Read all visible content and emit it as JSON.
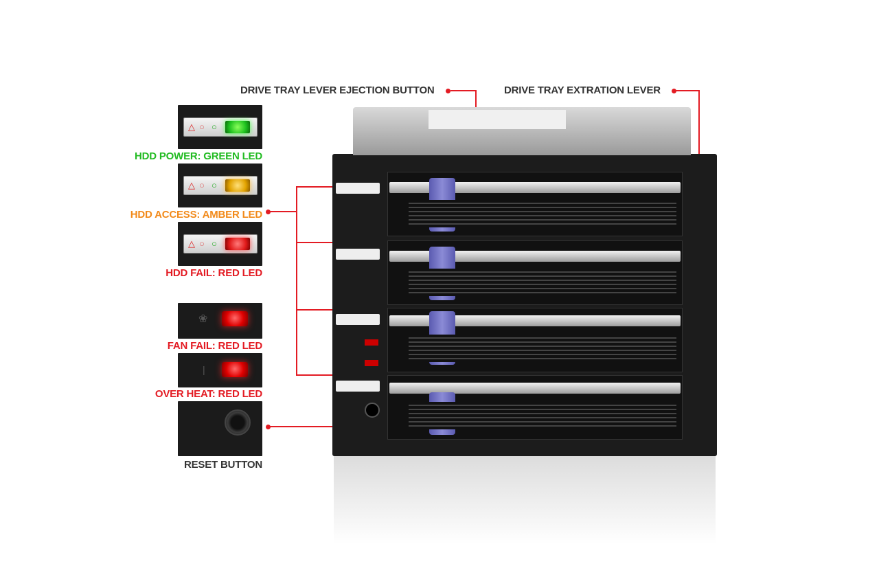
{
  "labels": {
    "ejection_button": "DRIVE TRAY LEVER EJECTION BUTTON",
    "extraction_lever": "DRIVE TRAY EXTRATION LEVER",
    "hdd_power": "HDD POWER: GREEN LED",
    "hdd_access": "HDD ACCESS: AMBER LED",
    "hdd_fail": "HDD FAIL: RED LED",
    "fan_fail": "FAN FAIL: RED LED",
    "over_heat": "OVER HEAT: RED LED",
    "reset_button": "RESET BUTTON"
  },
  "colors": {
    "leader_red": "#e31b23",
    "label_dark": "#333333",
    "label_green": "#22bb22",
    "label_amber": "#f28a1a",
    "label_red": "#e31b23",
    "enclosure": "#1c1c1c",
    "tray_latch": "#6b6bb8"
  },
  "icons": [
    "hdd-fail-icon",
    "hdd-access-icon",
    "power-bulb-icon",
    "fan-icon",
    "thermometer-icon"
  ],
  "tray_count": 4
}
